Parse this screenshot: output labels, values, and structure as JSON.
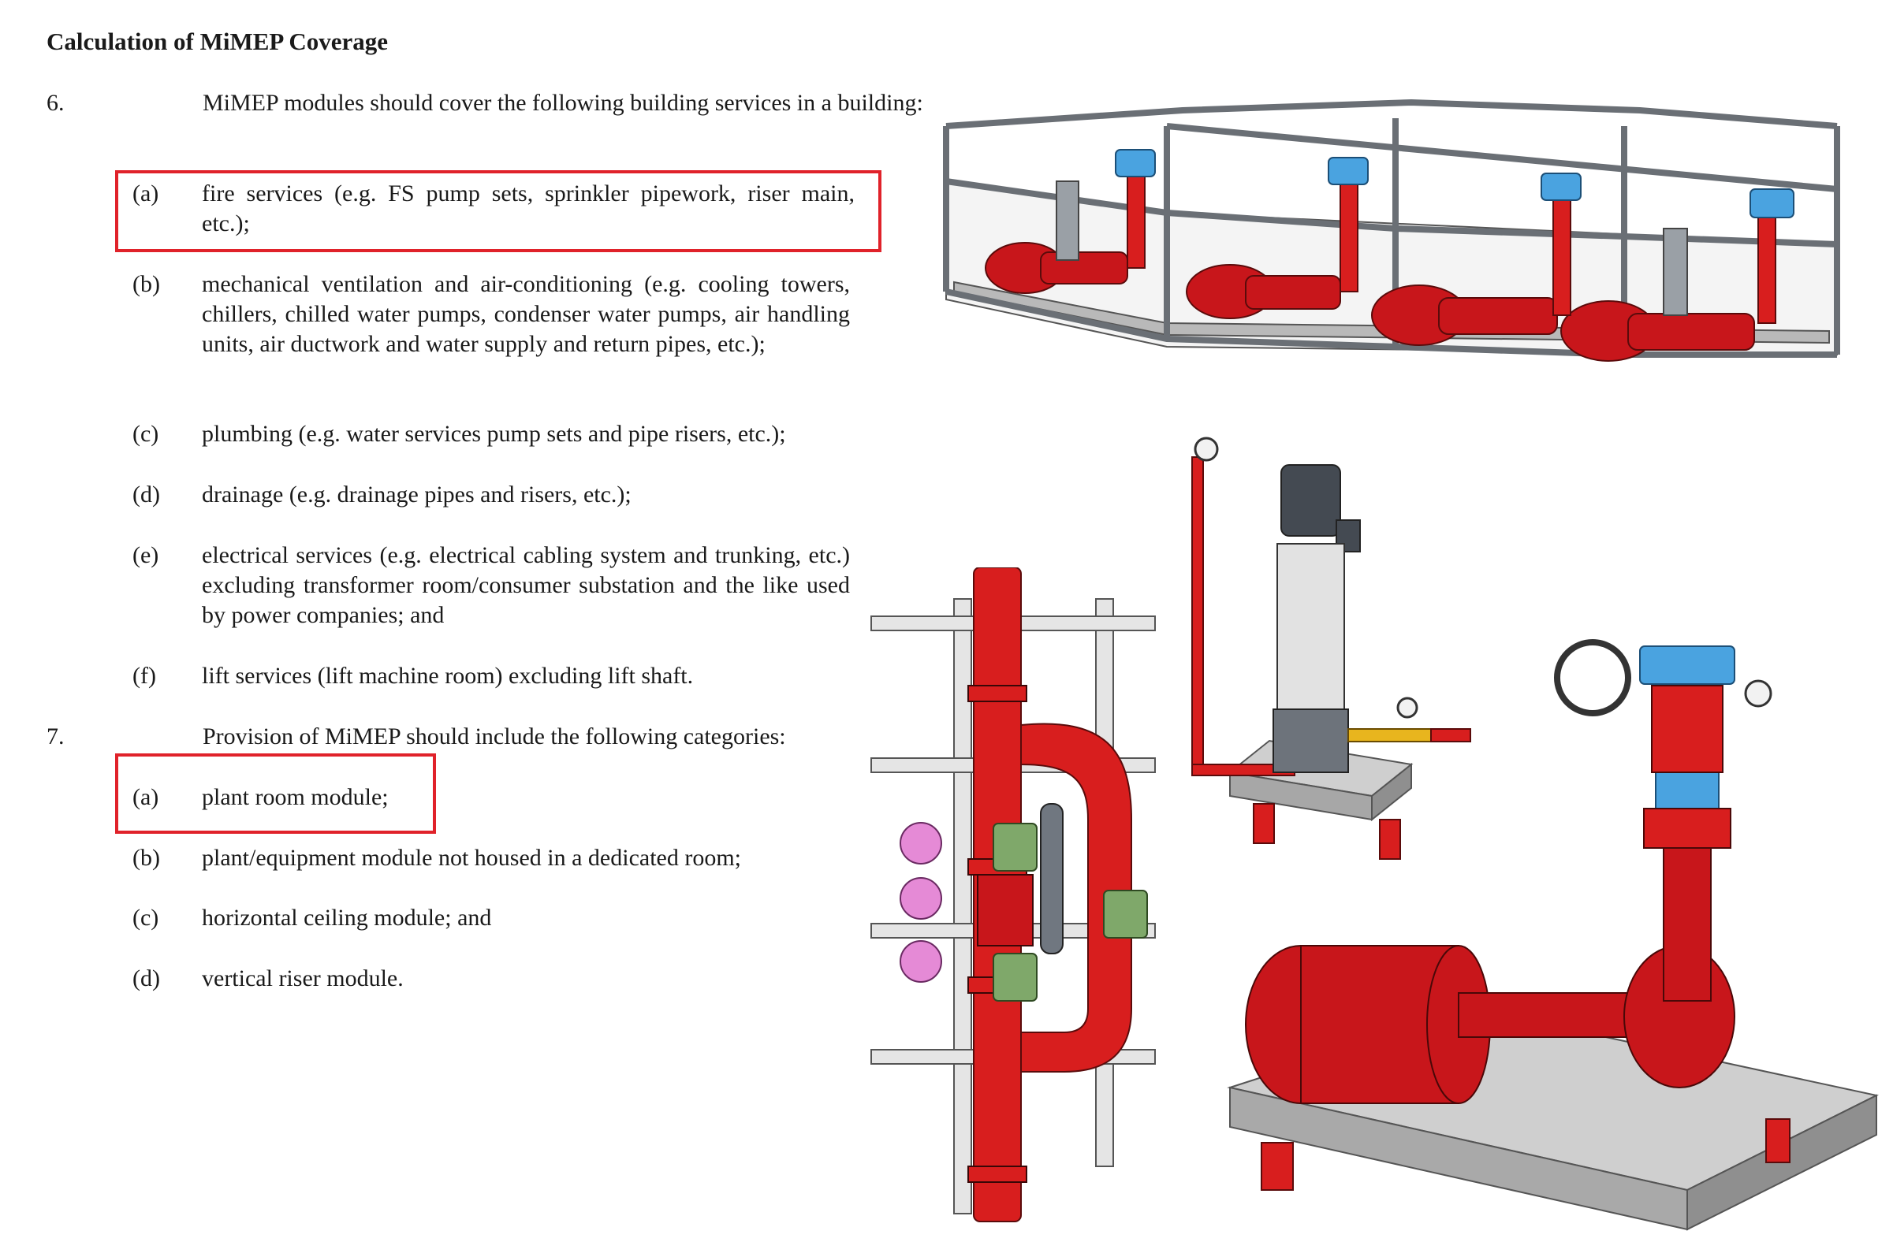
{
  "document": {
    "title": "Calculation of MiMEP Coverage",
    "para6": {
      "number": "6.",
      "text": "MiMEP modules should cover the following building services in a building:",
      "items": [
        {
          "letter": "(a)",
          "text": "fire services (e.g. FS pump sets, sprinkler pipework, riser main, etc.);"
        },
        {
          "letter": "(b)",
          "text": "mechanical ventilation and air-conditioning (e.g. cooling towers, chillers, chilled water pumps, condenser water pumps, air handling units, air ductwork and water supply and return pipes, etc.);"
        },
        {
          "letter": "(c)",
          "text": "plumbing (e.g. water services pump sets and pipe risers, etc.);"
        },
        {
          "letter": "(d)",
          "text": "drainage (e.g. drainage pipes and risers, etc.);"
        },
        {
          "letter": "(e)",
          "text": "electrical services (e.g. electrical cabling system and trunking, etc.) excluding transformer room/consumer substation and the like used by power companies; and"
        },
        {
          "letter": "(f)",
          "text": "lift services (lift machine room) excluding lift shaft."
        }
      ]
    },
    "para7": {
      "number": "7.",
      "text": "Provision of MiMEP should include the following categories:",
      "items": [
        {
          "letter": "(a)",
          "text": "plant room module;"
        },
        {
          "letter": "(b)",
          "text": "plant/equipment module not housed in a dedicated room;"
        },
        {
          "letter": "(c)",
          "text": "horizontal ceiling module; and"
        },
        {
          "letter": "(d)",
          "text": "vertical riser module."
        }
      ]
    }
  },
  "colors": {
    "highlight": "#e0222a",
    "pipe_red": "#d81e1e",
    "motor_red": "#c8161b",
    "valve_blue": "#4aa3e0",
    "frame_steel": "#c9cdd2",
    "concrete": "#c8c8c8",
    "gauge_pink": "#e58ad6",
    "valve_green": "#7fa86a",
    "pump_dark": "#444a52",
    "yellow_pipe": "#e8b51e"
  },
  "illustrations": [
    {
      "icon": "pump-skid-modules-illustration"
    },
    {
      "icon": "vertical-pump-illustration"
    },
    {
      "icon": "pipe-riser-module-illustration"
    },
    {
      "icon": "horizontal-pump-set-illustration"
    }
  ]
}
